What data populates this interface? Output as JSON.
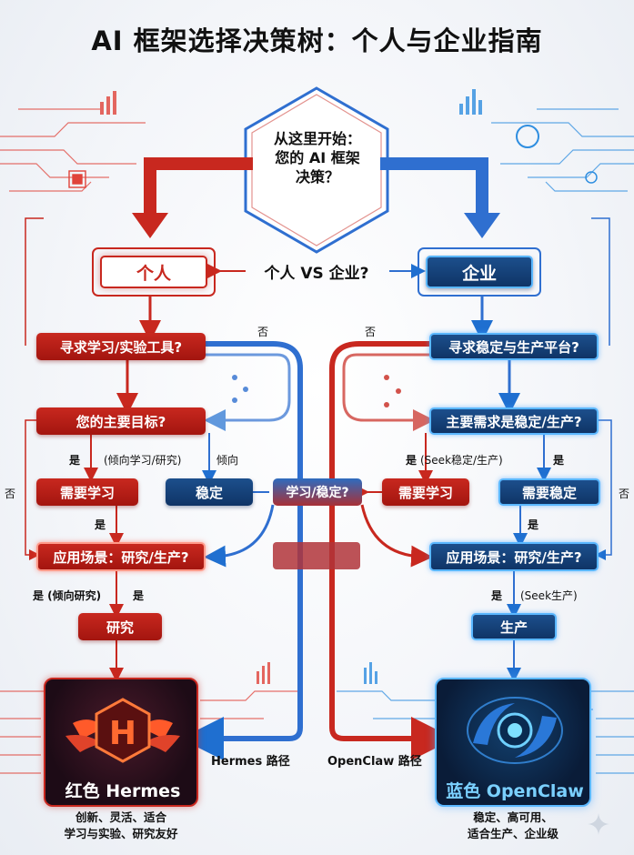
{
  "title": "AI 框架选择决策树：个人与企业指南",
  "start": {
    "line1": "从这里开始：",
    "line2": "您的 AI 框架",
    "line3": "决策？"
  },
  "split": {
    "personal": "个人",
    "question": "个人 VS 企业?",
    "enterprise": "企业"
  },
  "left": {
    "q1": "寻求学习/实验工具?",
    "q2": "您的主要目标?",
    "yes_learn_label": "是",
    "tend_learn_label": "(倾向学习/研究)",
    "tend_label": "倾向",
    "need_learn": "需要学习",
    "stable": "稳定",
    "yes2": "是",
    "q3": "应用场景：研究/生产?",
    "yes_research": "是 (倾向研究)",
    "yes3": "是",
    "research": "研究",
    "no_side": "否",
    "no_top": "否"
  },
  "middle": {
    "q": "学习/稳定?"
  },
  "right": {
    "q1": "寻求稳定与生产平台?",
    "q2": "主要需求是稳定/生产?",
    "yes_label": "是",
    "seek_stable": "(Seek稳定/生产)",
    "yes_label2": "是",
    "need_learn": "需要学习",
    "need_stable": "需要稳定",
    "yes2": "是",
    "q3": "应用场景：研究/生产?",
    "yes3": "是",
    "seek_prod": "(Seek生产)",
    "production": "生产",
    "no_side": "否",
    "no_top": "否"
  },
  "paths": {
    "hermes": "Hermes 路径",
    "openclaw": "OpenClaw 路径"
  },
  "cards": {
    "hermes": {
      "letter": "H",
      "name": "红色 Hermes",
      "desc1": "创新、灵活、适合",
      "desc2": "学习与实验、研究友好"
    },
    "openclaw": {
      "name": "蓝色 OpenClaw",
      "desc1": "稳定、高可用、",
      "desc2": "适合生产、企业级"
    }
  },
  "colors": {
    "red": "#c8281f",
    "blue": "#0f3466",
    "accent_blue": "#5ab7ff"
  }
}
